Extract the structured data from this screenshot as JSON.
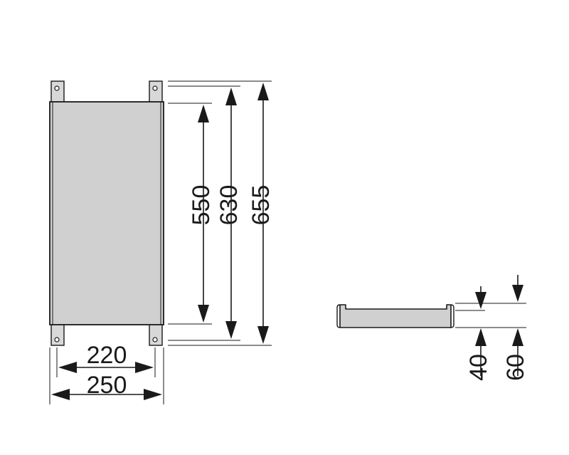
{
  "front_view": {
    "dimensions": {
      "inner_height": "550",
      "mounting_height": "630",
      "overall_height": "655",
      "inner_width": "220",
      "overall_width": "250"
    }
  },
  "side_view": {
    "dimensions": {
      "depth_inner": "40",
      "depth_overall": "60"
    }
  },
  "colors": {
    "panel_fill": "#d0d0d0",
    "outline": "#1a1a1a",
    "background": "#ffffff"
  }
}
